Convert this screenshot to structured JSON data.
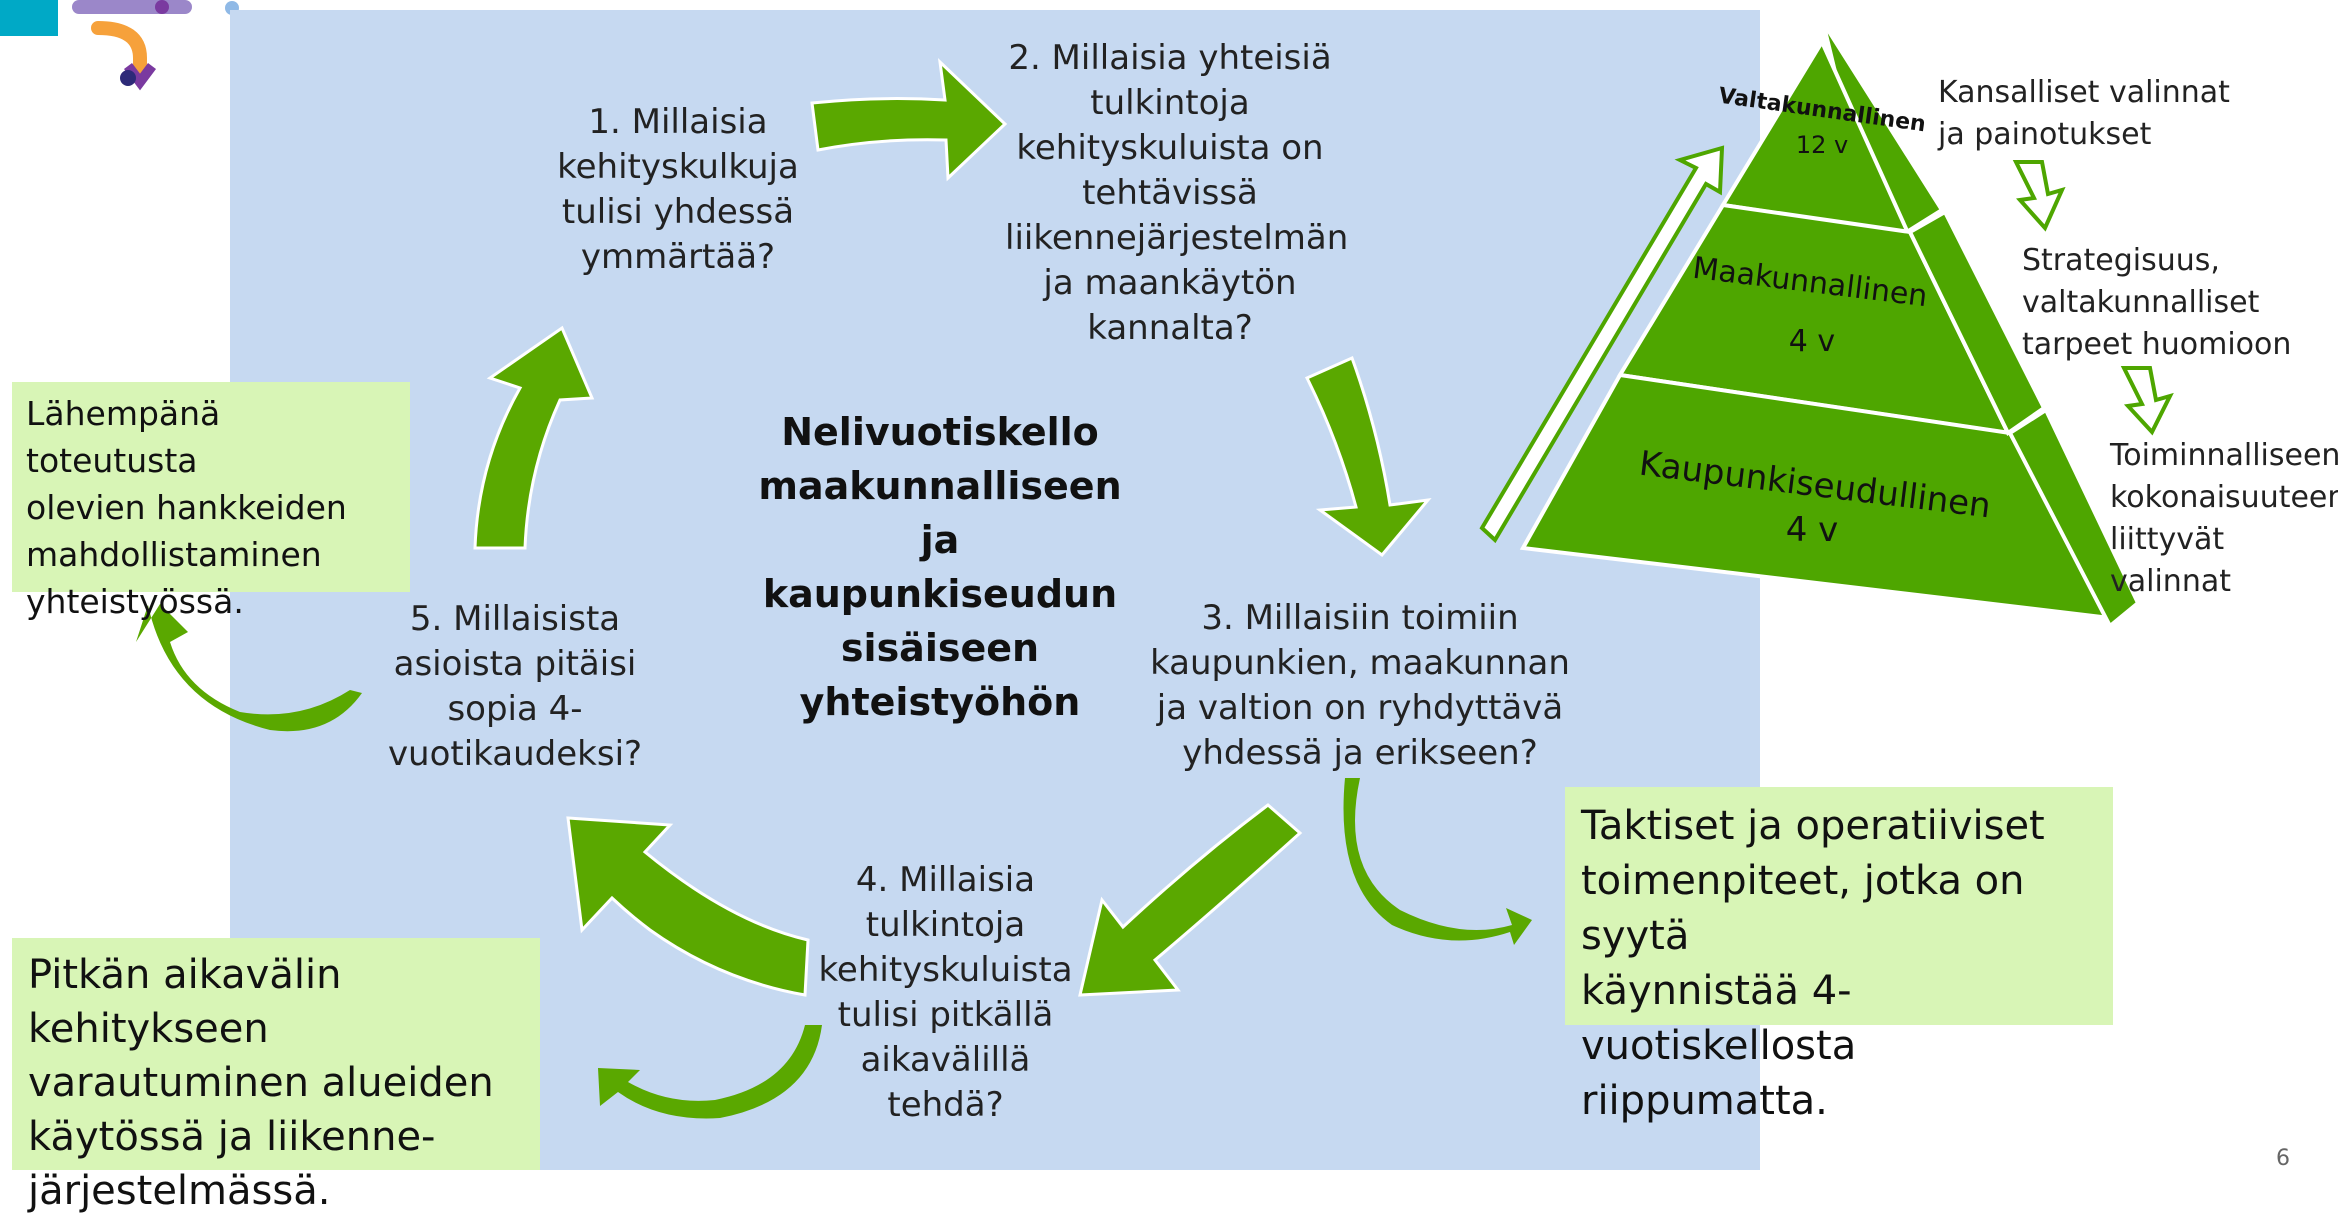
{
  "questions": {
    "q1": "1. Millaisia\nkehityskulkuja\ntulisi yhdessä\nymmärtää?",
    "q2": "2. Millaisia yhteisiä\ntulkintoja\nkehityskuluista on\ntehtävissä\nliikennejärjestelmän\nja maankäytön\nkannalta?",
    "q3": "3. Millaisiin toimiin\nkaupunkien, maakunnan\nja valtion on ryhdyttävä\nyhdessä ja erikseen?",
    "q4": "4. Millaisia\ntulkintoja\nkehityskuluista\ntulisi pitkällä\naikavälillä\ntehdä?",
    "q5": "5. Millaisista\nasioista pitäisi\nsopia 4-\nvuotikaudeksi?"
  },
  "center_title": "Nelivuotiskello\nmaakunnalliseen\nja\nkaupunkiseudun\nsisäiseen\nyhteistyöhön",
  "boxes": {
    "near_term": "Lähempänä toteutusta\nolevien hankkeiden\nmahdollistaminen\nyhteistyössä.",
    "long_term": "Pitkän aikavälin kehitykseen\nvarautuminen alueiden\nkäytössä ja liikenne-\njärjestelmässä.",
    "tactical": "Taktiset ja operatiiviset\ntoimenpiteet, jotka on syytä\nkäynnistää 4-vuotiskellosta\nriippumatta."
  },
  "pyramid": {
    "top_label": "Valtakunnallinen",
    "top_period": "12 v",
    "mid_label": "Maakunnallinen",
    "mid_period": "4 v",
    "bottom_label": "Kaupunkiseudullinen",
    "bottom_period": "4 v"
  },
  "side_notes": {
    "national": "Kansalliset valinnat\nja painotukset",
    "strategic": "Strategisuus,\nvaltakunnalliset\ntarpeet huomioon",
    "functional": "Toiminnalliseen\nkokonaisuuteen\nliittyvät valinnat"
  },
  "page_number": "6",
  "colors": {
    "panel": "#c6d9f1",
    "arrow_green": "#5aa800",
    "box_green": "#d8f5b6",
    "pyramid_green": "#4ea600"
  }
}
